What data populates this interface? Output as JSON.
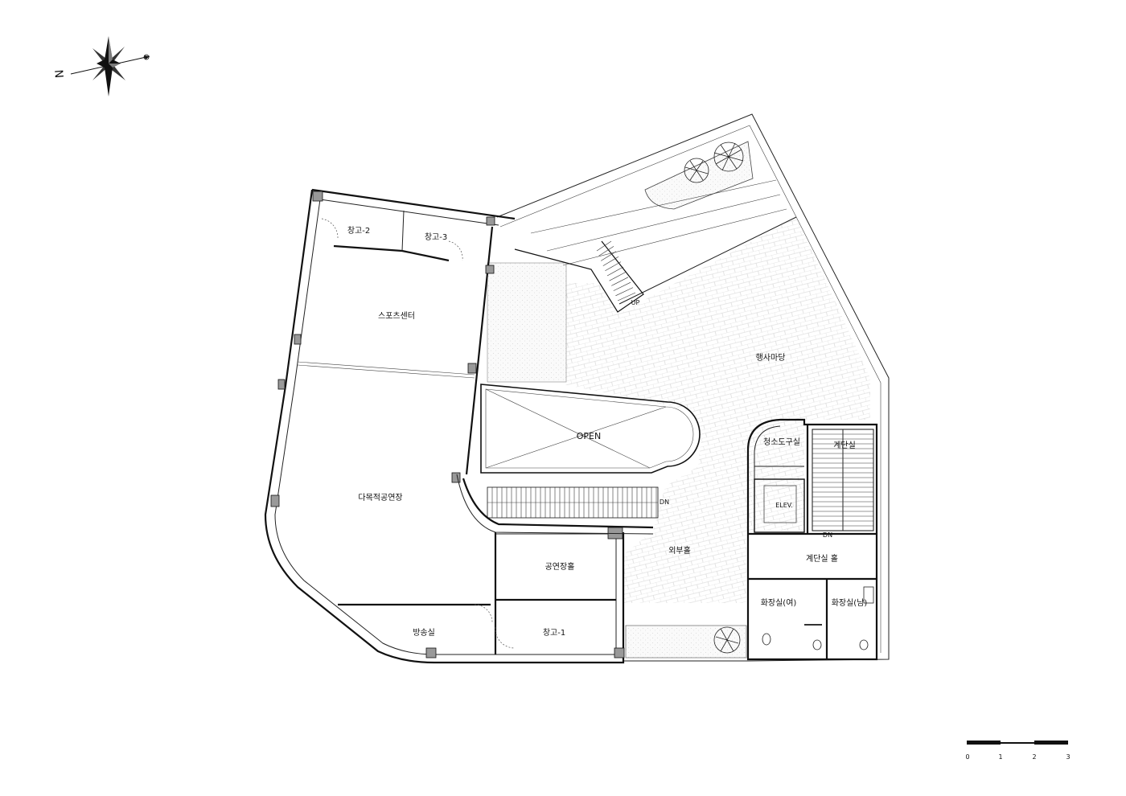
{
  "north_label": "N",
  "rooms": {
    "storage2": "창고-2",
    "storage3": "창고-3",
    "sports_center": "스포츠센터",
    "event_yard": "행사마당",
    "open": "OPEN",
    "cleaning_room": "청소도구실",
    "stair_room": "계단실",
    "elevator": "ELEV.",
    "multipurpose_hall": "다목적공연장",
    "outer_hall": "외부홀",
    "performance_hall": "공연장홀",
    "stair_hall": "계단실 홀",
    "restroom_f": "화장실(여)",
    "restroom_m": "화장실(남)",
    "broadcast_room": "방송실",
    "storage1": "창고-1"
  },
  "stair_labels": {
    "up": "UP",
    "dn_main": "DN",
    "dn_stair": "DN"
  },
  "scale_bar": {
    "ticks": [
      "0",
      "1",
      "2",
      "3"
    ]
  },
  "colors": {
    "line": "#111111",
    "paving": "#e6e6e6",
    "background": "#ffffff"
  }
}
